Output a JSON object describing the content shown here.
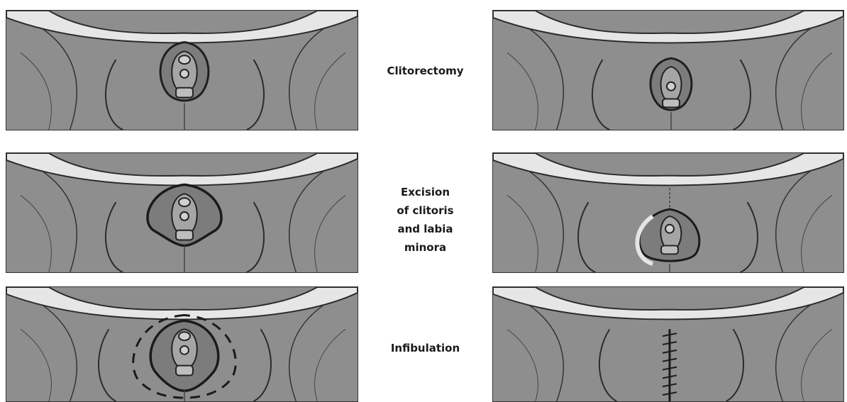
{
  "rows": [
    {
      "label_lines": [
        "Clitorectomy"
      ],
      "before_panel": "intact genitalia drawing",
      "after_panel": "post-procedure drawing"
    },
    {
      "label_lines": [
        "Excision",
        "of clitoris",
        "and labia",
        "minora"
      ],
      "before_panel": "intact genitalia drawing",
      "after_panel": "post-procedure drawing"
    },
    {
      "label_lines": [
        "Infibulation"
      ],
      "before_panel": "intact genitalia drawing",
      "after_panel": "post-procedure drawing"
    }
  ],
  "colors": {
    "panel_fill": "#8e8e8e",
    "sky_fill": "#e6e6e6",
    "line": "#2b2b2b",
    "highlight": "#d0d0d0"
  }
}
